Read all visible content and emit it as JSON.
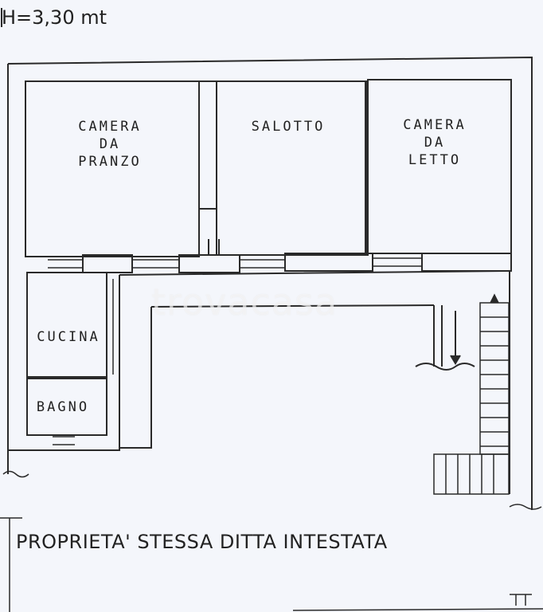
{
  "header": {
    "height_note": "H=3,30 mt"
  },
  "rooms": {
    "dining": "CAMERA\nDA\nPRANZO",
    "living": "SALOTTO",
    "bedroom": "CAMERA\nDA\nLETTO",
    "kitchen": "CUCINA",
    "bathroom": "BAGNO"
  },
  "footer": {
    "ownership": "PROPRIETA' STESSA DITTA INTESTATA"
  },
  "watermark": "trovacasa",
  "colors": {
    "ink": "#2a2a2a",
    "paper": "#f4f6fb"
  }
}
